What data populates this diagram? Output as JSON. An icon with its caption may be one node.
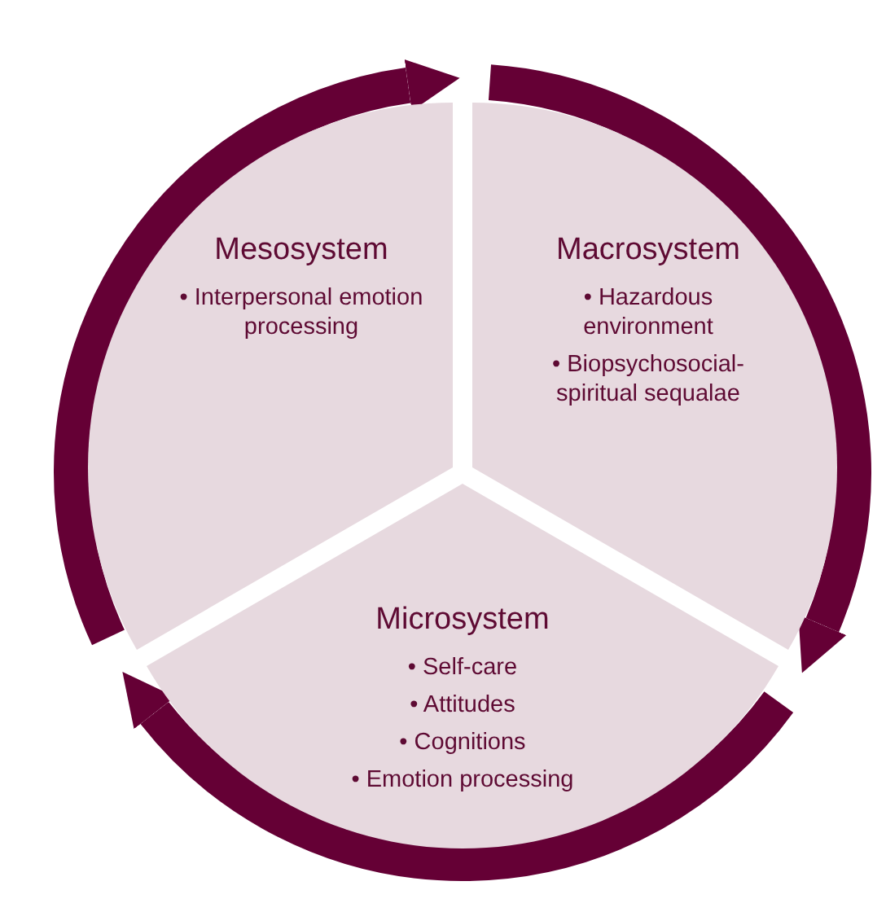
{
  "diagram": {
    "nodes": [
      {
        "text": [
          "Mesosystem",
          "• Interpersonal emotion processing"
        ]
      },
      {
        "text": [
          "Macrosystem",
          "• Hazardous environment",
          "• Biopsychosocial-spiritual sequalae"
        ]
      },
      {
        "text": [
          "Microsystem",
          "• Self-care",
          "• Attitudes",
          "• Cognitions",
          "• Emotion processing"
        ]
      }
    ]
  }
}
